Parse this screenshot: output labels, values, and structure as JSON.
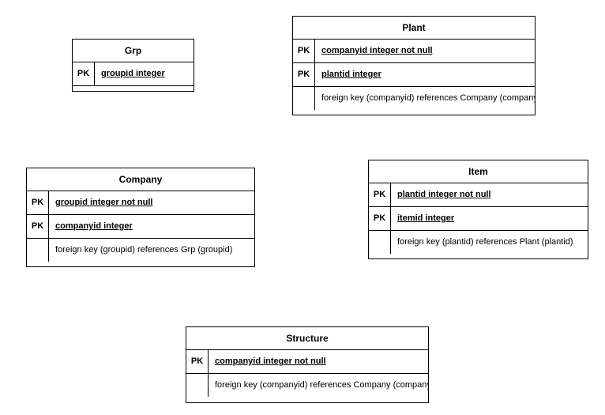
{
  "entities": {
    "grp": {
      "title": "Grp",
      "rows": [
        {
          "key": "PK",
          "text": "groupid integer"
        }
      ]
    },
    "plant": {
      "title": "Plant",
      "rows": [
        {
          "key": "PK",
          "text": "companyid integer not null"
        },
        {
          "key": "PK",
          "text": "plantid integer"
        },
        {
          "key": "",
          "text": "foreign key (companyid) references Company (companyid)"
        }
      ]
    },
    "company": {
      "title": "Company",
      "rows": [
        {
          "key": "PK",
          "text": "groupid integer not null"
        },
        {
          "key": "PK",
          "text": "companyid integer"
        },
        {
          "key": "",
          "text": "foreign key (groupid) references Grp (groupid)"
        }
      ]
    },
    "item": {
      "title": "Item",
      "rows": [
        {
          "key": "PK",
          "text": "plantid integer not null"
        },
        {
          "key": "PK",
          "text": "itemid integer"
        },
        {
          "key": "",
          "text": "foreign key (plantid) references Plant (plantid)"
        }
      ]
    },
    "structure": {
      "title": "Structure",
      "rows": [
        {
          "key": "PK",
          "text": "companyid integer not null"
        },
        {
          "key": "",
          "text": "foreign key (companyid) references Company (companyid)"
        }
      ]
    }
  }
}
